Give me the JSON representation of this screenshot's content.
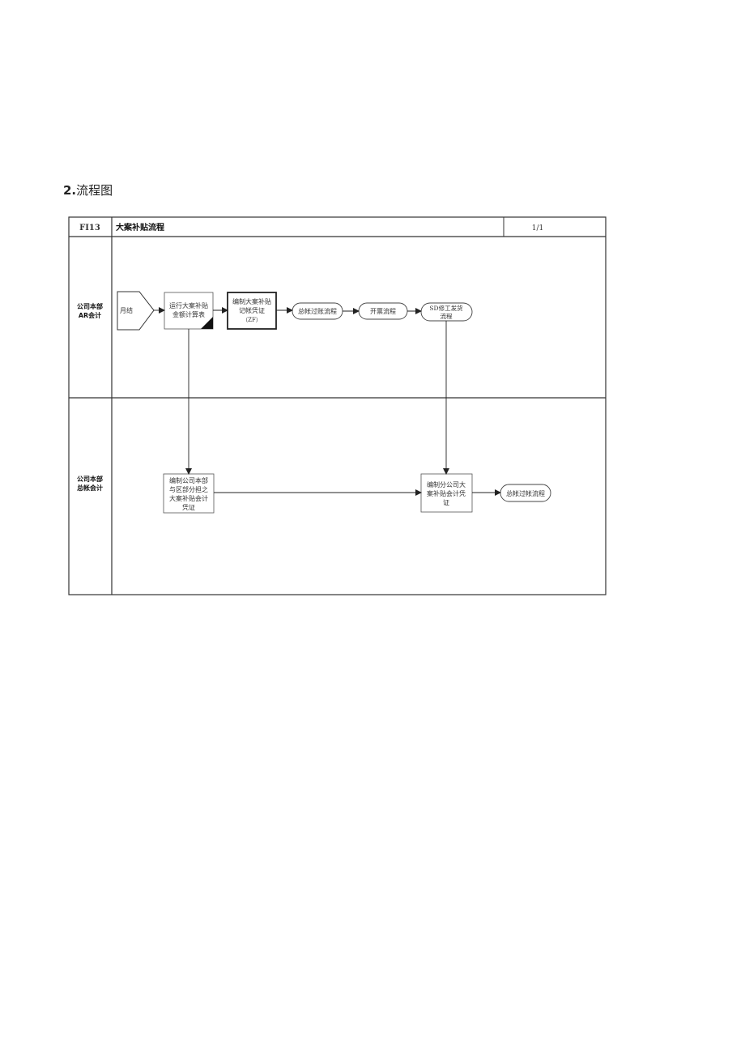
{
  "section": {
    "number": "2.",
    "title": "流程图"
  },
  "header": {
    "code": "FI13",
    "title": "大案补贴流程",
    "page": "1/1"
  },
  "lanes": [
    {
      "line1": "公司本部",
      "line2": "AR会计"
    },
    {
      "line1": "公司本部",
      "line2": "总帐会计"
    }
  ],
  "nodes": {
    "start": "月结",
    "run_calc": {
      "line1": "运行大案补贴",
      "line2": "金额计算表"
    },
    "make_voucher": {
      "line1": "编制大案补贴",
      "line2": "记帐凭证",
      "line3": "（ZF）"
    },
    "gl_posting_1": "总帐过账流程",
    "invoice": "开票流程",
    "sd_shipment": {
      "line1": "SD修工发货",
      "line2": "流程"
    },
    "hq_voucher": {
      "line1": "编制公司本部",
      "line2": "与区部分担之",
      "line3": "大案补贴会计",
      "line4": "凭证"
    },
    "branch_voucher": {
      "line1": "编制分公司大",
      "line2": "案补贴会计凭",
      "line3": "证"
    },
    "gl_posting_2": "总帐过帐流程"
  }
}
